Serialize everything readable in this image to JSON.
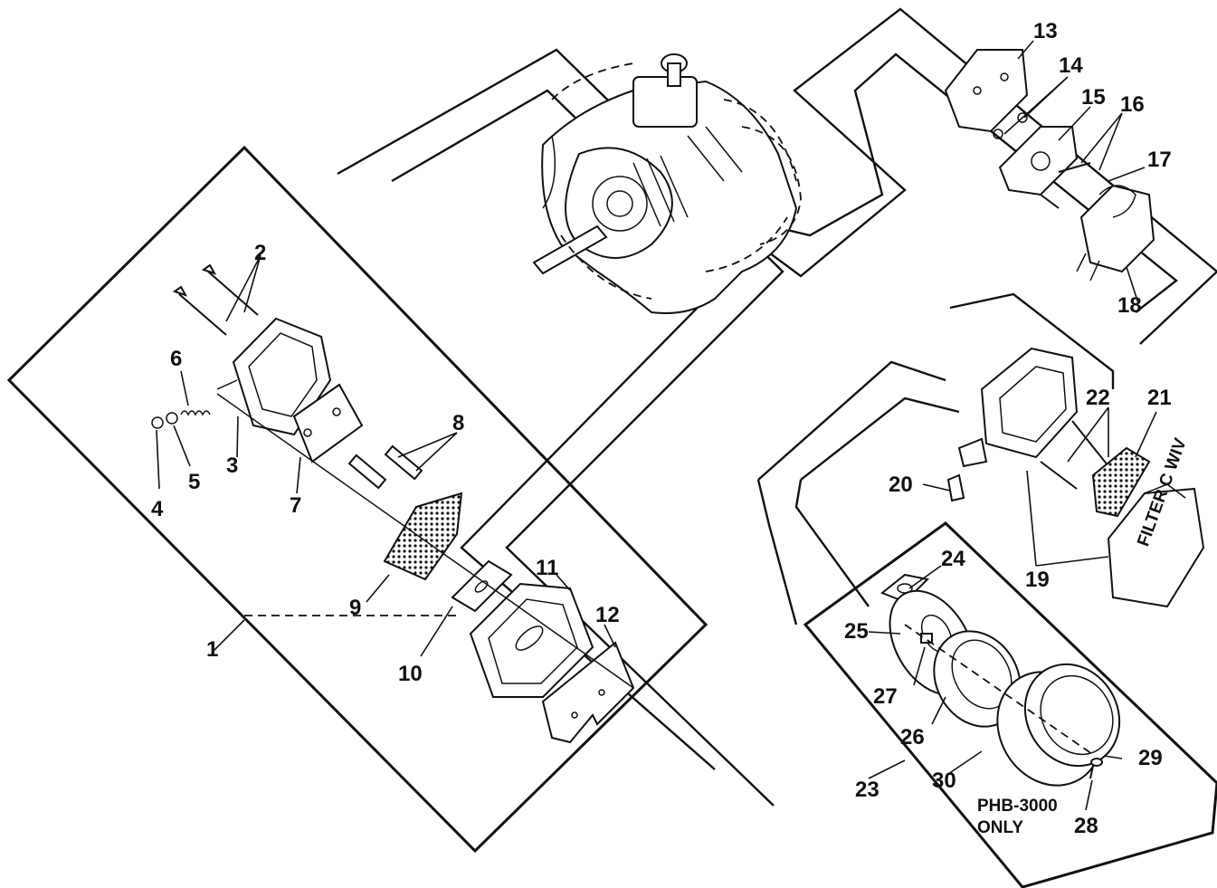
{
  "diagram": {
    "callouts": [
      {
        "id": "1",
        "text": "1"
      },
      {
        "id": "2",
        "text": "2"
      },
      {
        "id": "3",
        "text": "3"
      },
      {
        "id": "4",
        "text": "4"
      },
      {
        "id": "5",
        "text": "5"
      },
      {
        "id": "6",
        "text": "6"
      },
      {
        "id": "7",
        "text": "7"
      },
      {
        "id": "8",
        "text": "8"
      },
      {
        "id": "9",
        "text": "9"
      },
      {
        "id": "10",
        "text": "10"
      },
      {
        "id": "11",
        "text": "11"
      },
      {
        "id": "12",
        "text": "12"
      },
      {
        "id": "13",
        "text": "13"
      },
      {
        "id": "14",
        "text": "14"
      },
      {
        "id": "15",
        "text": "15"
      },
      {
        "id": "16",
        "text": "16"
      },
      {
        "id": "17",
        "text": "17"
      },
      {
        "id": "18",
        "text": "18"
      },
      {
        "id": "19",
        "text": "19"
      },
      {
        "id": "20",
        "text": "20"
      },
      {
        "id": "21",
        "text": "21"
      },
      {
        "id": "22",
        "text": "22"
      },
      {
        "id": "23",
        "text": "23"
      },
      {
        "id": "24",
        "text": "24"
      },
      {
        "id": "25",
        "text": "25"
      },
      {
        "id": "26",
        "text": "26"
      },
      {
        "id": "27",
        "text": "27"
      },
      {
        "id": "28",
        "text": "28"
      },
      {
        "id": "29",
        "text": "29"
      },
      {
        "id": "30",
        "text": "30"
      }
    ],
    "note": {
      "line1": "PHB-3000",
      "line2": "ONLY"
    },
    "filter_cover_text": "FILTER C WIV"
  }
}
